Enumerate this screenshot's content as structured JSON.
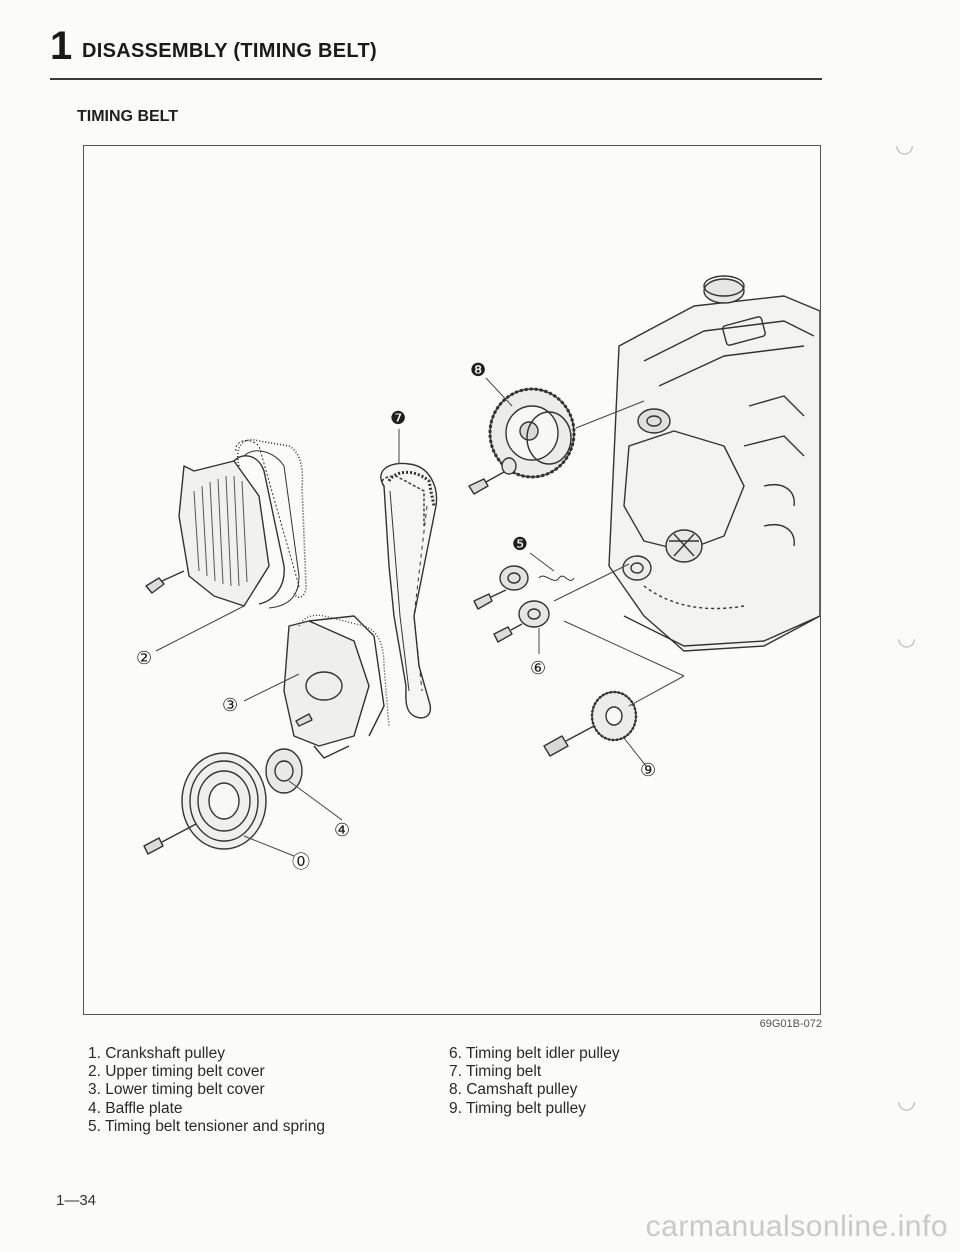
{
  "header": {
    "chapter_number": "1",
    "title": "DISASSEMBLY (TIMING BELT)"
  },
  "section_title": "TIMING BELT",
  "figure": {
    "code": "69G01B-072",
    "callouts": [
      "⓪",
      "②",
      "③",
      "④",
      "❺",
      "⑥",
      "❼",
      "❽",
      "⑨"
    ]
  },
  "legend": {
    "left": [
      "1. Crankshaft pulley",
      "2. Upper timing belt cover",
      "3. Lower timing belt cover",
      "4. Baffle plate",
      "5. Timing belt tensioner and spring"
    ],
    "right": [
      "6. Timing belt idler pulley",
      "7. Timing belt",
      "8. Camshaft pulley",
      "9. Timing belt pulley"
    ]
  },
  "page_number": "1—34",
  "watermark": "carmanualsonline.info"
}
